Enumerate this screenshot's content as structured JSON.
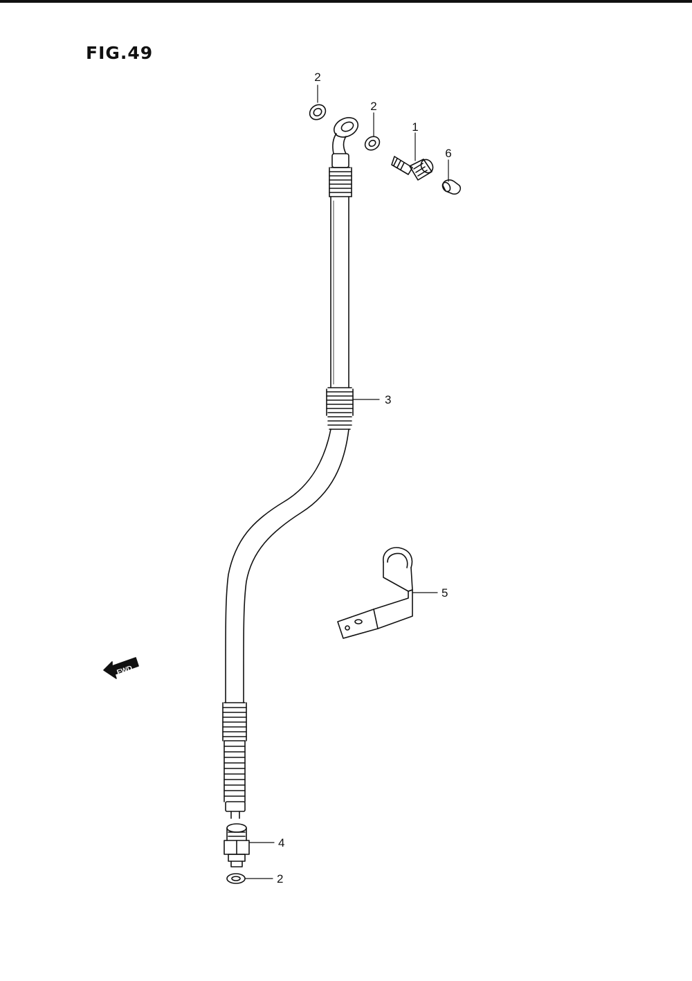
{
  "figure": {
    "title": "FIG.49"
  },
  "fwd_label": "FWD",
  "callouts": [
    {
      "id": "washer-top-left",
      "number": "2"
    },
    {
      "id": "washer-top-right",
      "number": "2"
    },
    {
      "id": "union-bolt",
      "number": "1"
    },
    {
      "id": "cap",
      "number": "6"
    },
    {
      "id": "brake-hose",
      "number": "3"
    },
    {
      "id": "hose-clamp",
      "number": "5"
    },
    {
      "id": "union-fitting",
      "number": "4"
    },
    {
      "id": "washer-bottom",
      "number": "2"
    }
  ],
  "colors": {
    "ink": "#111111",
    "paper": "#ffffff"
  }
}
